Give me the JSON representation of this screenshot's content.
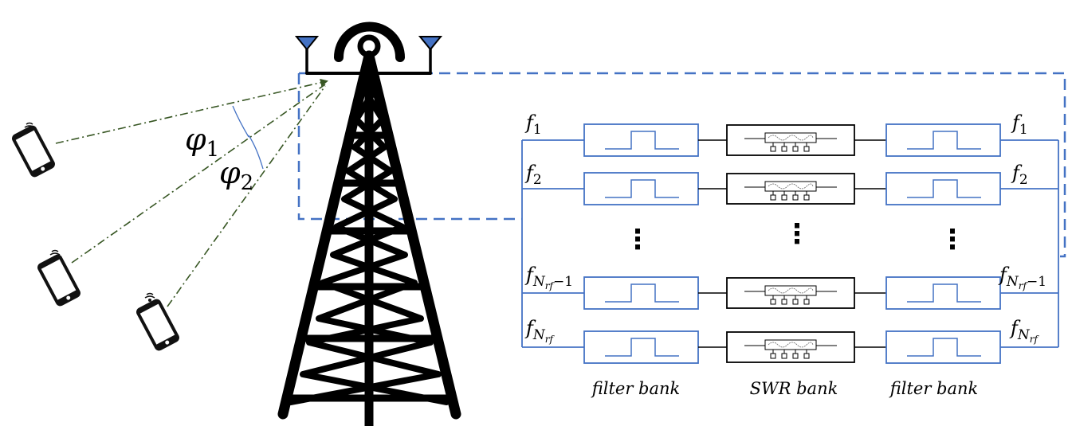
{
  "left_labels": {
    "f1": {
      "base": "f",
      "sub": "1"
    },
    "f2": {
      "base": "f",
      "sub": "2"
    },
    "fn1": {
      "base": "f",
      "sub": "N",
      "subsub": "rf",
      "tail": "−1"
    },
    "fn": {
      "base": "f",
      "sub": "N",
      "subsub": "rf"
    }
  },
  "right_labels": {
    "f1": {
      "base": "f",
      "sub": "1"
    },
    "f2": {
      "base": "f",
      "sub": "2"
    },
    "fn1": {
      "base": "f",
      "sub": "N",
      "subsub": "rf",
      "tail": "−1"
    },
    "fn": {
      "base": "f",
      "sub": "N",
      "subsub": "rf"
    }
  },
  "angles": {
    "phi1": {
      "base": "φ",
      "sub": "1"
    },
    "phi2": {
      "base": "φ",
      "sub": "2"
    }
  },
  "ellipsis": "⋮",
  "captions": {
    "left": "filter bank",
    "middle": "SWR bank",
    "right": "filter bank"
  },
  "colors": {
    "circuit_line": "#4472C4",
    "dashed_box": "#4472C4",
    "ray_line": "#375623",
    "antenna_fill": "#4472C4",
    "tower": "#000000"
  }
}
